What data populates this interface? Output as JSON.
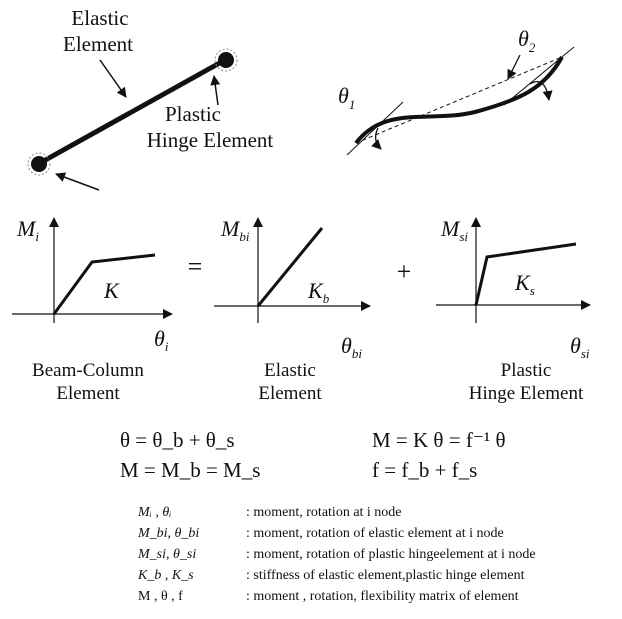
{
  "top": {
    "elastic_label_1": "Elastic",
    "elastic_label_2": "Element",
    "plastic_label_1": "Plastic",
    "plastic_label_2": "Hinge Element",
    "theta1": "θ",
    "theta1_sub": "1",
    "theta2": "θ",
    "theta2_sub": "2"
  },
  "graphs": {
    "beam_column": {
      "y_label": "M",
      "y_sub": "i",
      "x_label": "θ",
      "x_sub": "i",
      "stiffness": "K",
      "stiffness_sub": "",
      "caption_1": "Beam-Column",
      "caption_2": "Element"
    },
    "equals": "=",
    "elastic": {
      "y_label": "M",
      "y_sub": "bi",
      "x_label": "θ",
      "x_sub": "bi",
      "stiffness": "K",
      "stiffness_sub": "b",
      "caption_1": "Elastic",
      "caption_2": "Element"
    },
    "plus": "+",
    "plastic": {
      "y_label": "M",
      "y_sub": "si",
      "x_label": "θ",
      "x_sub": "si",
      "stiffness": "K",
      "stiffness_sub": "s",
      "caption_1": "Plastic",
      "caption_2": "Hinge Element"
    }
  },
  "equations": {
    "left_1": "θ  =  θ_b  +  θ_s",
    "left_2": "M  =  M_b  =  M_s",
    "right_1": "M  =  K θ  =  f⁻¹ θ",
    "right_2": "f  =  f_b  +  f_s"
  },
  "definitions": [
    {
      "symbol": "Mᵢ , θᵢ",
      "text": ": moment, rotation at i node"
    },
    {
      "symbol": "M_bi, θ_bi",
      "text": ": moment, rotation of elastic element at i node"
    },
    {
      "symbol": "M_si, θ_si",
      "text": ": moment, rotation of plastic hingeelement at i node"
    },
    {
      "symbol": "K_b , K_s",
      "text": ": stiffness of elastic element,plastic hinge element"
    },
    {
      "symbol": "M , θ , f",
      "text": ": moment , rotation, flexibility matrix of element"
    }
  ]
}
